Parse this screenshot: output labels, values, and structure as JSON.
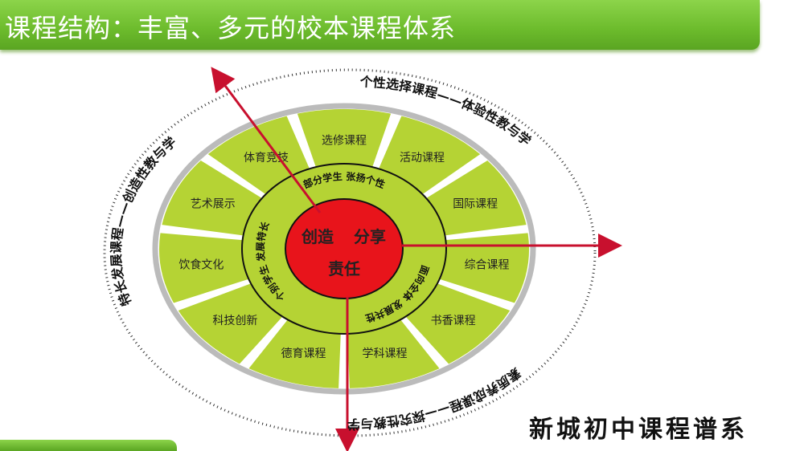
{
  "header": {
    "title": "课程结构：丰富、多元的校本课程体系"
  },
  "diagram": {
    "center": [
      "创造",
      "分享",
      "责任"
    ],
    "middle_ring": [
      "部分学生 张扬个性",
      "面向全体 发展共性",
      "个别学生 发展特长"
    ],
    "segments": [
      "选修课程",
      "活动课程",
      "国际课程",
      "综合课程",
      "书香课程",
      "学科课程",
      "德育课程",
      "科技创新",
      "饮食文化",
      "艺术展示",
      "体育竞技"
    ],
    "outer_ring": [
      "个性选择课程——体验性教与学",
      "素质养成课程——探究性教与学",
      "特长发展课程——创造性教与学"
    ]
  },
  "footer": {
    "brand": "新城初中课程谱系"
  },
  "colors": {
    "header_green": "#6cbb2c",
    "segment_green": "#b5d334",
    "center_red": "#e8141b",
    "arrow_red": "#c8102e"
  }
}
